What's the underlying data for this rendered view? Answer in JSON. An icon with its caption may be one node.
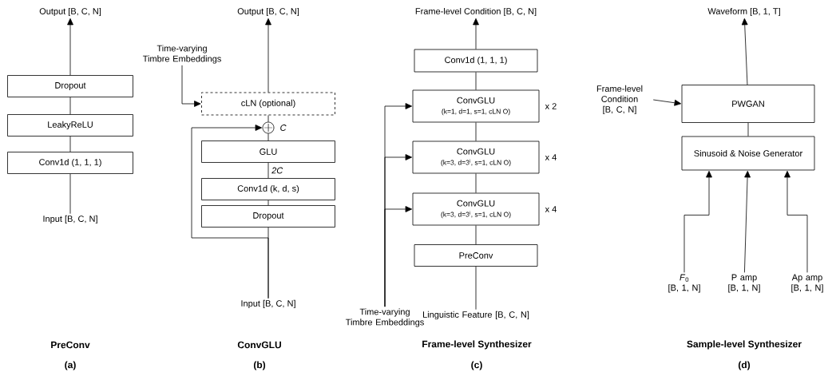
{
  "diagram": {
    "nodes": [
      {
        "text": [
          "Output [B, C, N]"
        ]
      },
      {
        "text": [
          "Dropout"
        ]
      },
      {
        "text": [
          "LeakyReLU"
        ]
      },
      {
        "text": [
          "Conv1d (1, 1, 1)"
        ]
      },
      {
        "text": [
          "Input [B, C, N]"
        ]
      },
      {
        "text": [
          "Output [B, C, N]"
        ]
      },
      {
        "text": [
          "Time-varying Timbre Embeddings"
        ]
      },
      {
        "text": [
          "cLN (optional)"
        ]
      },
      {
        "text": [],
        "shape": "circle",
        "beside": [
          "C"
        ]
      },
      {
        "text": [
          "GLU"
        ]
      },
      {
        "text": [
          "Conv1d (k, d, s)"
        ]
      },
      {
        "text": [
          "Dropout"
        ]
      },
      {
        "text": [
          "Input [B, C, N]"
        ]
      },
      {
        "text": [
          "Frame-level Condition [B, C, N]"
        ]
      },
      {
        "text": [
          "Conv1d (1, 1, 1)"
        ]
      },
      {
        "text": [
          "ConvGLU",
          "(k=1, d=1, s=1, cLN O)"
        ],
        "beside": [
          "x 2"
        ]
      },
      {
        "text": [
          "ConvGLU",
          "(k=3, d=3$^{i}$, s=1, cLN O)"
        ],
        "beside": [
          "x 4"
        ]
      },
      {
        "text": [
          "ConvGLU",
          "(k=3, d=3$^{i}$, s=1, cLN O)"
        ],
        "beside": [
          "x 4"
        ]
      },
      {
        "text": [
          "PreConv"
        ]
      },
      {
        "text": [
          "Linguistic Feature [B, C, N]"
        ]
      },
      {
        "text": [
          "Time-varying Timbre Embeddings"
        ]
      },
      {
        "text": [
          "Waveform [B, 1, T]"
        ]
      },
      {
        "text": [
          "Frame-level Condition [B, C, N]"
        ]
      },
      {
        "text": [
          "PWGAN"
        ]
      },
      {
        "text": [
          "Sinusoid & Noise Generator"
        ]
      },
      {
        "text": [
          "*F*$_{0}$",
          "[B, 1, N]"
        ]
      },
      {
        "text": [
          "P amp",
          "[B, 1, N]"
        ]
      },
      {
        "text": [
          "Ap amp",
          "[B, 1, N]"
        ]
      }
    ],
    "edges": [
      {
        "from": 4,
        "to": 3,
        "arrow": "none"
      },
      {
        "from": 3,
        "to": 2,
        "arrow": "none"
      },
      {
        "from": 2,
        "to": 1,
        "arrow": "none"
      },
      {
        "from": 1,
        "to": 0,
        "arrow": "to"
      },
      {
        "from": 12,
        "to": 11,
        "arrow": "none"
      },
      {
        "from": 12,
        "to": 8,
        "arrow": "to"
      },
      {
        "from": 11,
        "to": 10,
        "arrow": "none"
      },
      {
        "from": 10,
        "to": 9,
        "arrow": "none",
        "label": "2C"
      },
      {
        "from": 9,
        "to": 8,
        "arrow": "none"
      },
      {
        "from": 8,
        "to": 7,
        "arrow": "none"
      },
      {
        "from": 7,
        "to": 5,
        "arrow": "to"
      },
      {
        "from": 6,
        "to": 7,
        "arrow": "to"
      },
      {
        "from": 19,
        "to": 18,
        "arrow": "none"
      },
      {
        "from": 18,
        "to": 17,
        "arrow": "none"
      },
      {
        "from": 17,
        "to": 16,
        "arrow": "none"
      },
      {
        "from": 16,
        "to": 15,
        "arrow": "none"
      },
      {
        "from": 15,
        "to": 14,
        "arrow": "none"
      },
      {
        "from": 14,
        "to": 13,
        "arrow": "to"
      },
      {
        "from": 20,
        "to": 15,
        "arrow": "to"
      },
      {
        "from": 20,
        "to": 16,
        "arrow": "to"
      },
      {
        "from": 20,
        "to": 17,
        "arrow": "to"
      },
      {
        "from": 22,
        "to": 23,
        "arrow": "to"
      },
      {
        "from": 25,
        "to": 24,
        "arrow": "to"
      },
      {
        "from": 26,
        "to": 24,
        "arrow": "to"
      },
      {
        "from": 27,
        "to": 24,
        "arrow": "to"
      },
      {
        "from": 24,
        "to": 23,
        "arrow": "none"
      },
      {
        "from": 23,
        "to": 21,
        "arrow": "to"
      }
    ],
    "labels": [
      "PreConv",
      "(a)",
      "ConvGLU",
      "(b)",
      "Frame-level Synthesizer",
      "(c)",
      "Sample-level Synthesizer",
      "(d)"
    ]
  }
}
